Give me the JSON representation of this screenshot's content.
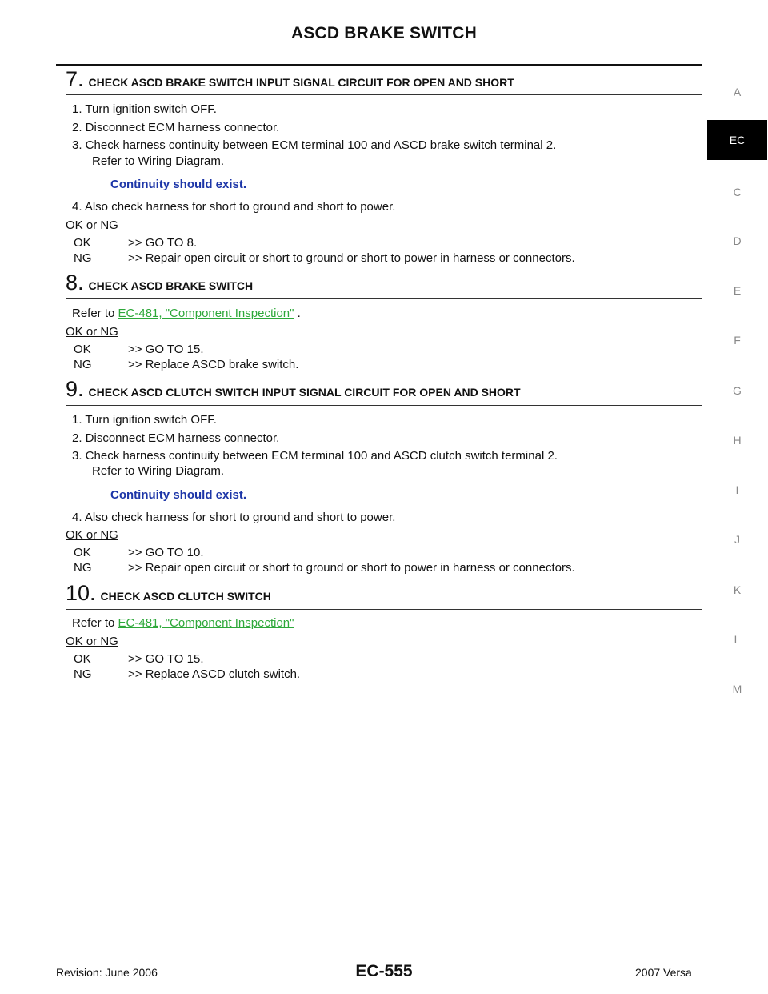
{
  "header": {
    "title": "ASCD BRAKE SWITCH"
  },
  "side_tabs": [
    "A",
    "EC",
    "C",
    "D",
    "E",
    "F",
    "G",
    "H",
    "I",
    "J",
    "K",
    "L",
    "M"
  ],
  "side_tab_active": "EC",
  "steps": [
    {
      "number": "7.",
      "title": "CHECK ASCD BRAKE SWITCH INPUT SIGNAL CIRCUIT FOR OPEN AND SHORT",
      "items": [
        "1.  Turn ignition switch OFF.",
        "2.  Disconnect ECM harness connector.",
        "3.  Check harness continuity between ECM terminal 100 and ASCD brake switch terminal 2."
      ],
      "item3_cont": "Refer to Wiring Diagram.",
      "spec": "Continuity should exist.",
      "item4": "4.  Also check harness for short to ground and short to power.",
      "okng": "OK or NG",
      "ok_code": "OK",
      "ok_text": ">> GO TO 8.",
      "ng_code": "NG",
      "ng_text": ">> Repair open circuit or short to ground or short to power in harness or connectors."
    },
    {
      "number": "8.",
      "title": "CHECK ASCD BRAKE SWITCH",
      "refer_prefix": "Refer to ",
      "refer_link": "EC-481, \"Component Inspection\"",
      "refer_suffix": " .",
      "okng": "OK or NG",
      "ok_code": "OK",
      "ok_text": ">> GO TO 15.",
      "ng_code": "NG",
      "ng_text": ">> Replace ASCD brake switch."
    },
    {
      "number": "9.",
      "title": "CHECK ASCD CLUTCH SWITCH INPUT SIGNAL CIRCUIT FOR OPEN AND SHORT",
      "items": [
        "1.  Turn ignition switch OFF.",
        "2.  Disconnect ECM harness connector.",
        "3.  Check harness continuity between ECM terminal 100 and ASCD clutch switch terminal 2."
      ],
      "item3_cont": "Refer to Wiring Diagram.",
      "spec": "Continuity should exist.",
      "item4": "4.  Also check harness for short to ground and short to power.",
      "okng": "OK or NG",
      "ok_code": "OK",
      "ok_text": ">> GO TO 10.",
      "ng_code": "NG",
      "ng_text": ">> Repair open circuit or short to ground or short to power in harness or connectors."
    },
    {
      "number": "10.",
      "title": "CHECK ASCD CLUTCH SWITCH",
      "refer_prefix": "Refer to ",
      "refer_link": "EC-481, \"Component Inspection\"",
      "okng": "OK or NG",
      "ok_code": "OK",
      "ok_text": ">> GO TO 15.",
      "ng_code": "NG",
      "ng_text": ">> Replace ASCD clutch switch."
    }
  ],
  "footer": {
    "revision": "Revision: June 2006",
    "page": "EC-555",
    "model": "2007 Versa"
  }
}
